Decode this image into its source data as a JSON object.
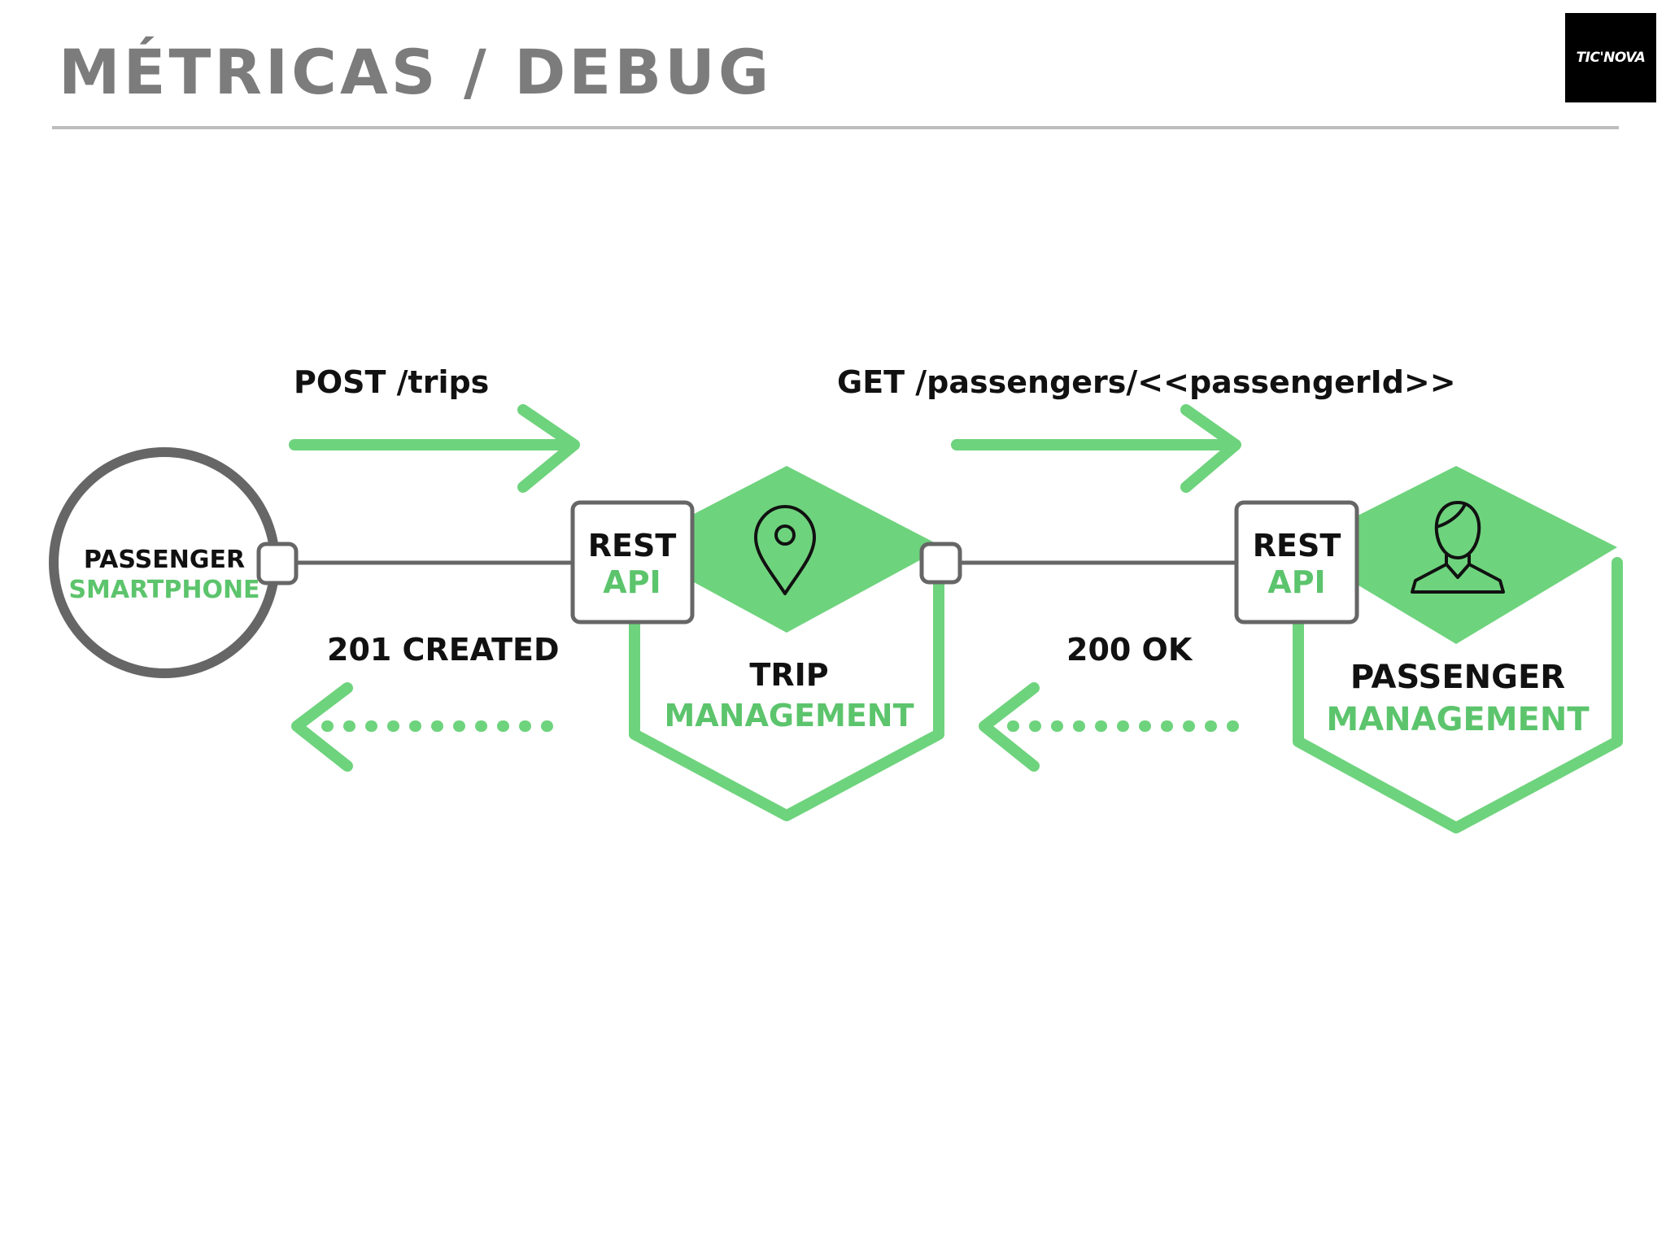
{
  "slide": {
    "title": "MÉTRICAS / DEBUG",
    "logo_text": "TIC'NOVA"
  },
  "diagram": {
    "passenger": {
      "line1": "PASSENGER",
      "line2": "SMARTPHONE"
    },
    "trip_api": {
      "line1": "REST",
      "line2": "API"
    },
    "trip_service": {
      "line1": "TRIP",
      "line2": "MANAGEMENT",
      "icon": "map-pin-icon"
    },
    "passenger_api": {
      "line1": "REST",
      "line2": "API"
    },
    "passenger_service": {
      "line1": "PASSENGER",
      "line2": "MANAGEMENT",
      "icon": "person-icon"
    },
    "requests": {
      "post": "POST /trips",
      "get": "GET /passengers/<<passengerId>>"
    },
    "responses": {
      "created": "201 CREATED",
      "ok": "200 OK"
    }
  },
  "colors": {
    "green": "#6ed37d",
    "green_text": "#5cc46c",
    "gray": "#666666",
    "title_gray": "#7c7c7c",
    "black": "#111111"
  }
}
